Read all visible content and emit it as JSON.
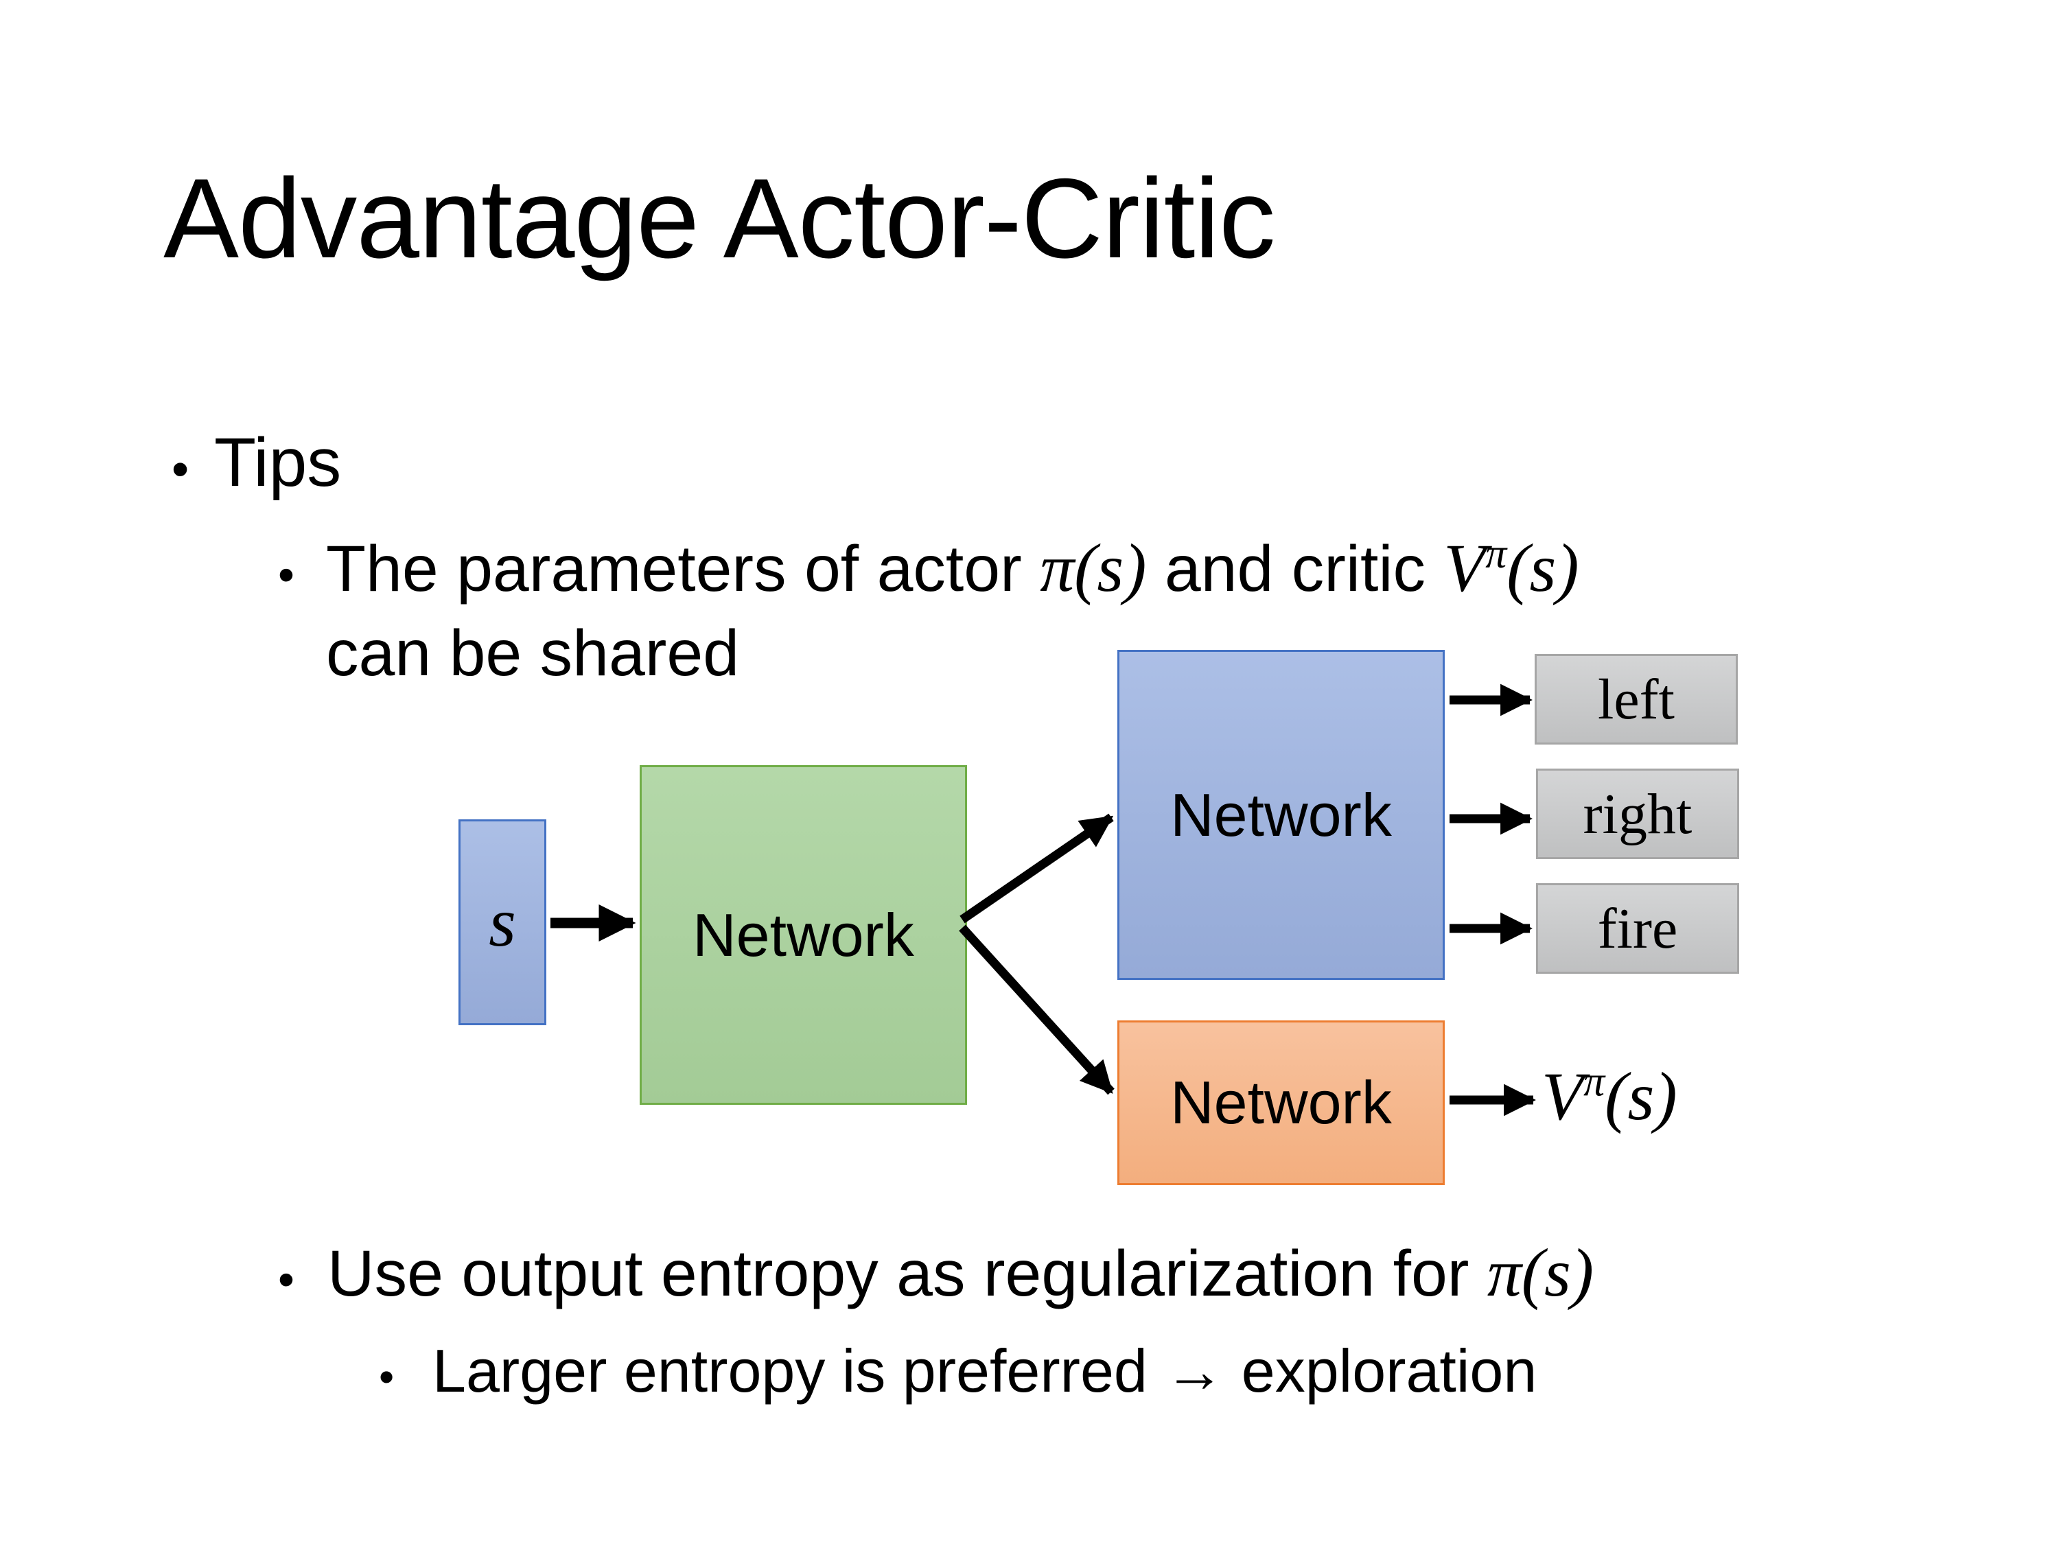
{
  "slide": {
    "title": "Advantage Actor-Critic",
    "bullet_char": "•",
    "bullets": {
      "tips": "Tips",
      "param_prefix": "The parameters of actor ",
      "param_math1": "π(s)",
      "param_mid": " and critic ",
      "param_math2_base": "V",
      "param_math2_sup": "π",
      "param_math2_args": "(s)",
      "param_line2": "can be shared",
      "entropy_prefix": "Use output entropy as regularization for ",
      "entropy_math": "π(s)",
      "larger": "Larger entropy is preferred → exploration"
    },
    "diagram": {
      "s_label": "s",
      "shared_network_label": "Network",
      "actor_network_label": "Network",
      "critic_network_label": "Network",
      "actions": [
        "left",
        "right",
        "fire"
      ],
      "value_base": "V",
      "value_sup": "π",
      "value_args": "(s)"
    },
    "colors": {
      "box-blue-top": "#ACBFE6",
      "box-blue-bottom": "#95AAD7",
      "box-blue-border": "#4472C4",
      "box-green-top": "#B4D8A9",
      "box-green-bottom": "#A3CB96",
      "box-green-border": "#70AD47",
      "box-orange-top": "#F8C29E",
      "box-orange-bottom": "#F3AE7E",
      "box-orange-border": "#ED7D31",
      "box-gray-top": "#D4D5D6",
      "box-gray-bottom": "#BFC0C1",
      "box-gray-border": "#A6A6A6",
      "arrow": "#000000",
      "text": "#000000"
    }
  }
}
